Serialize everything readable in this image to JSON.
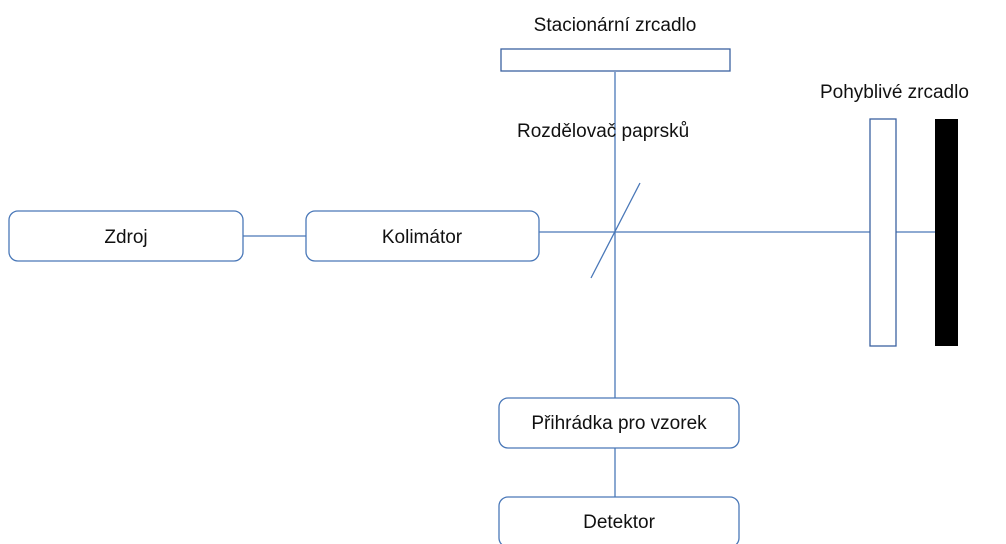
{
  "diagram": {
    "labels": {
      "source": "Zdroj",
      "collimator": "Kolimátor",
      "fixed_mirror": "Stacionární zrcadlo",
      "beam_splitter": "Rozdělovač paprsků",
      "moving_mirror": "Pohyblivé zrcadlo",
      "sample_compartment": "Přihrádka pro vzorek",
      "detector": "Detektor"
    },
    "colors": {
      "lines": "#4a78b8",
      "moving_mirror_fill": "#000000"
    }
  }
}
